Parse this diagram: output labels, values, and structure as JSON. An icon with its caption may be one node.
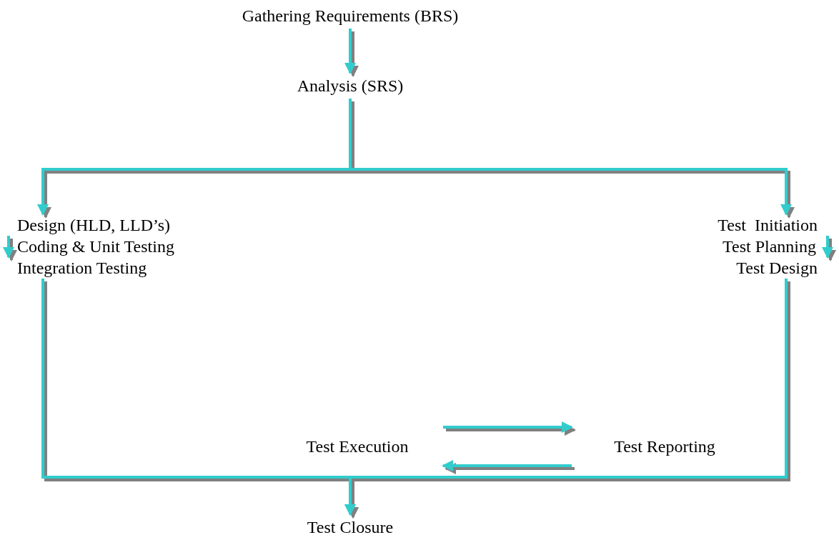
{
  "diagram": {
    "nodes": [
      {
        "text": [
          "Gathering Requirements (BRS)"
        ]
      },
      {
        "text": [
          "Analysis (SRS)"
        ]
      },
      {
        "text": [
          "Design (HLD, LLD’s)"
        ]
      },
      {
        "text": [
          "Coding & Unit Testing"
        ]
      },
      {
        "text": [
          "Integration Testing"
        ]
      },
      {
        "text": [
          "Test  Initiation"
        ]
      },
      {
        "text": [
          "Test Planning"
        ]
      },
      {
        "text": [
          "Test Design"
        ]
      },
      {
        "text": [
          "Test Execution"
        ]
      },
      {
        "text": [
          "Test Reporting"
        ]
      },
      {
        "text": [
          "Test Closure"
        ]
      }
    ],
    "edges": [
      {
        "from": 0,
        "to": 1,
        "arrow": "to"
      },
      {
        "from": 1,
        "to": 2,
        "arrow": "to"
      },
      {
        "from": 1,
        "to": 5,
        "arrow": "to"
      },
      {
        "from": 2,
        "to": 4,
        "arrow": "to"
      },
      {
        "from": 5,
        "to": 7,
        "arrow": "to"
      },
      {
        "from": 4,
        "to": 10,
        "arrow": "to"
      },
      {
        "from": 7,
        "to": 10,
        "arrow": "to"
      },
      {
        "from": 8,
        "to": 9,
        "arrow": "to"
      },
      {
        "from": 9,
        "to": 8,
        "arrow": "to"
      }
    ]
  }
}
